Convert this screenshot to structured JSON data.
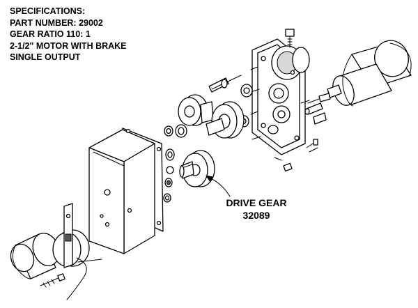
{
  "specifications": {
    "title": "SPECIFICATIONS:",
    "lines": [
      "PART NUMBER: 29002",
      "GEAR RATIO 110: 1",
      "2-1/2\" MOTOR WITH BRAKE",
      "SINGLE OUTPUT"
    ]
  },
  "callout": {
    "label": "DRIVE GEAR",
    "part_number": "32089"
  }
}
